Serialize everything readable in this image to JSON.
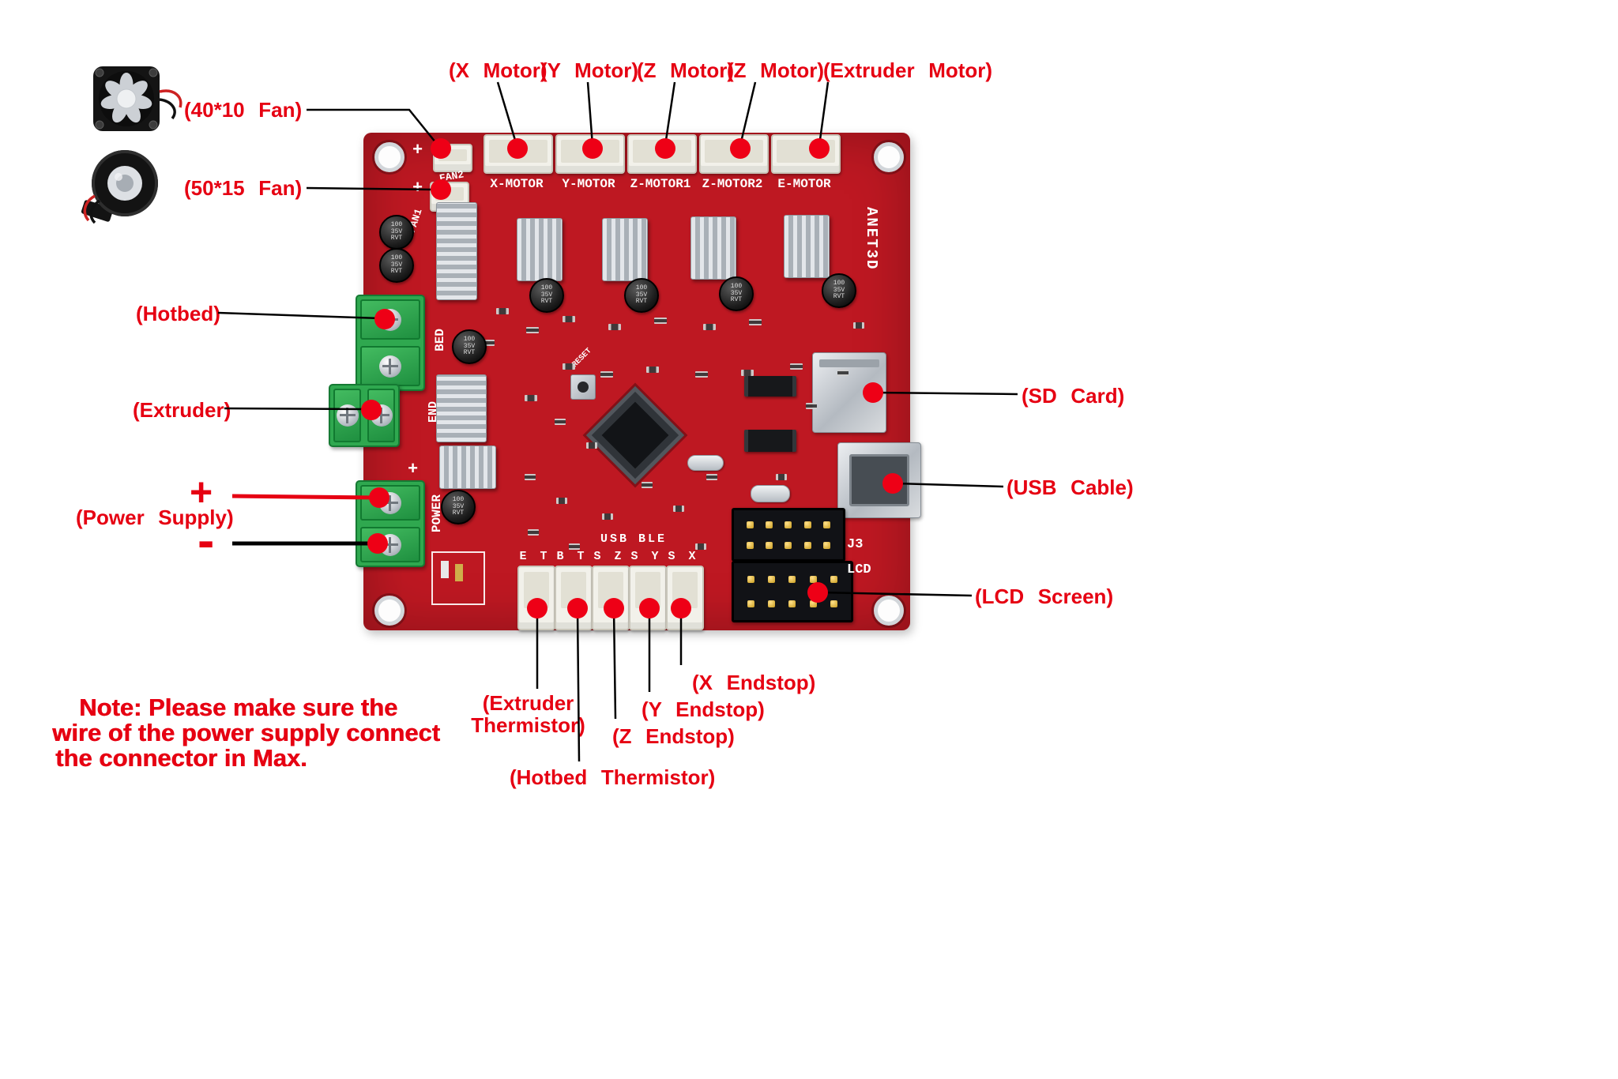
{
  "colors": {
    "callout": "#e60012",
    "line": "#000000",
    "dot": "#ee0016",
    "board": "#be1822",
    "terminal_green": "#2fa84f"
  },
  "callouts": {
    "fan_40x10": "(40*10 Fan)",
    "fan_50x15": "(50*15 Fan)",
    "x_motor": "(X Motor)",
    "y_motor": "(Y Motor)",
    "z_motor_1": "(Z Motor)",
    "z_motor_2": "(Z Motor)",
    "extruder_motor": "(Extruder Motor)",
    "hotbed": "(Hotbed)",
    "extruder": "(Extruder)",
    "plus": "+",
    "power_supply": "(Power Supply)",
    "minus": "-",
    "sd_card": "(SD Card)",
    "usb_cable": "(USB Cable)",
    "lcd_screen": "(LCD Screen)",
    "extruder_thermistor_line1": "(Extruder",
    "extruder_thermistor_line2": "Thermistor)",
    "hotbed_thermistor": "(Hotbed Thermistor)",
    "x_endstop": "(X Endstop)",
    "y_endstop": "(Y Endstop)",
    "z_endstop": "(Z Endstop)"
  },
  "note": {
    "line1": "Note: Please make sure the",
    "line2": "wire of the power supply connect",
    "line3": "the connector in Max."
  },
  "board": {
    "brand": "ANET3D",
    "fan2": "FAN2",
    "fan1": "FAN1",
    "motor_labels": [
      "X-MOTOR",
      "Y-MOTOR",
      "Z-MOTOR1",
      "Z-MOTOR2",
      "E-MOTOR"
    ],
    "bed": "BED",
    "end": "END",
    "power": "POWER",
    "reset": "RESET",
    "usb_ble": "USB BLE",
    "j3": "J3",
    "lcd": "LCD",
    "bottom_labels": [
      "E T",
      "B T",
      "S Z",
      "S Y",
      "S X"
    ],
    "cap_marking": [
      "100",
      "35V",
      "RVT"
    ],
    "plus_marks": "+"
  }
}
